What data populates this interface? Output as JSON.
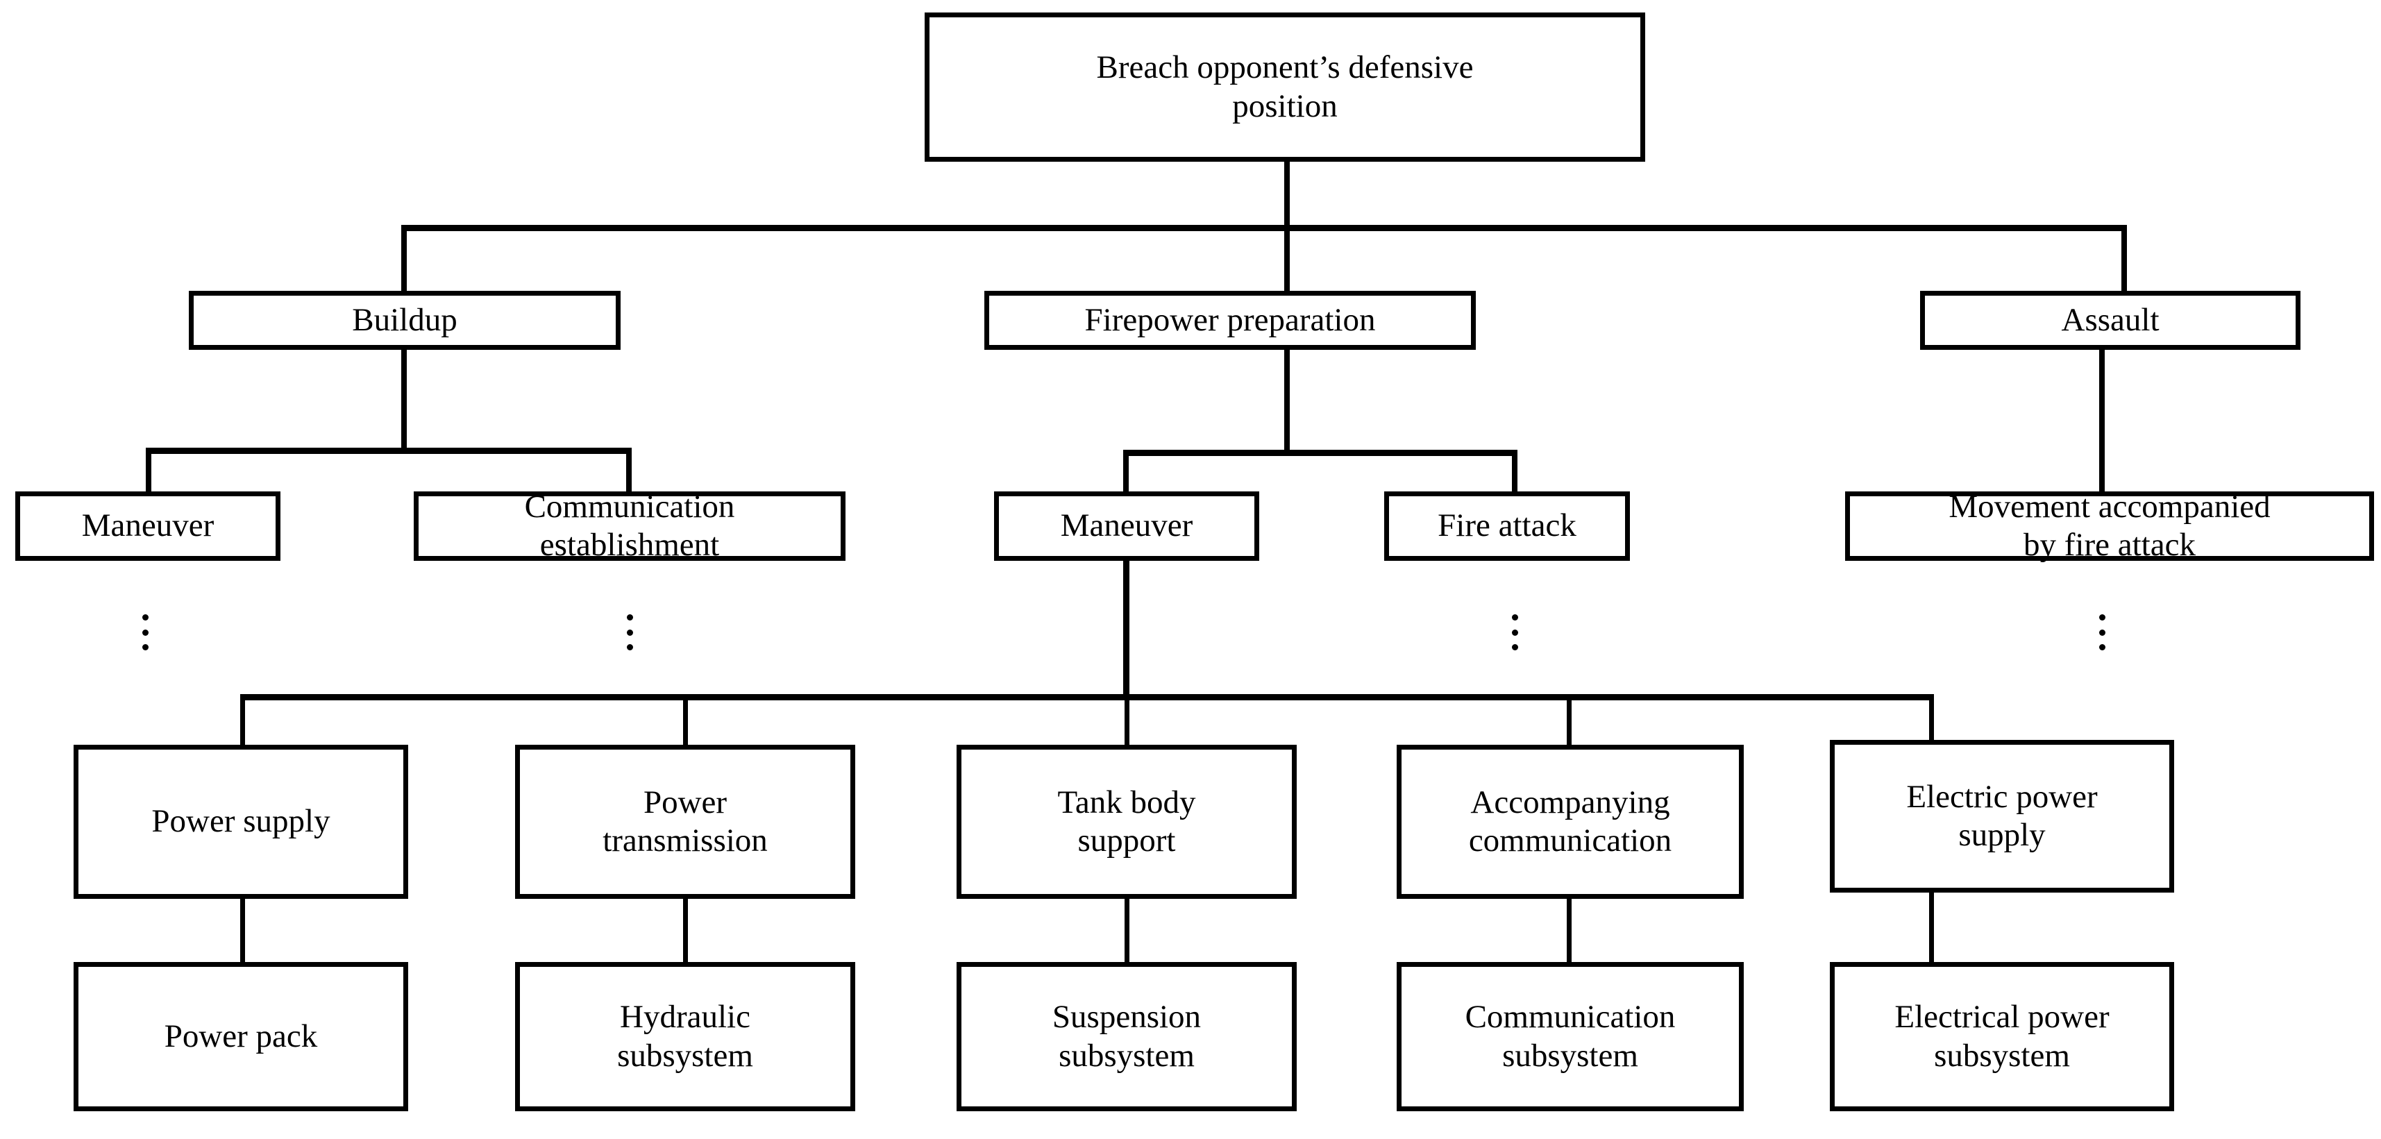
{
  "diagram": {
    "title": "Functional decomposition tree of a breaching operation",
    "background_color": "#ffffff",
    "line_color": "#000000",
    "text_color": "#000000",
    "levels": 5,
    "ellipsis_glyph": "⋮"
  },
  "nodes": {
    "root": {
      "label": "Breach opponent’s defensive\nposition"
    },
    "l2": [
      {
        "label": "Buildup"
      },
      {
        "label": "Firepower preparation"
      },
      {
        "label": "Assault"
      }
    ],
    "l3": [
      {
        "label": "Maneuver"
      },
      {
        "label": "Communication\nestablishment"
      },
      {
        "label": "Maneuver"
      },
      {
        "label": "Fire attack"
      },
      {
        "label": "Movement accompanied\nby fire attack"
      }
    ],
    "l4": [
      {
        "label": "Power supply"
      },
      {
        "label": "Power\ntransmission"
      },
      {
        "label": "Tank body\nsupport"
      },
      {
        "label": "Accompanying\ncommunication"
      },
      {
        "label": "Electric power\nsupply"
      }
    ],
    "l5": [
      {
        "label": "Power pack"
      },
      {
        "label": "Hydraulic\nsubsystem"
      },
      {
        "label": "Suspension\nsubsystem"
      },
      {
        "label": "Communication\nsubsystem"
      },
      {
        "label": "Electrical power\nsubsystem"
      }
    ]
  },
  "ellipses": [
    {
      "under": "Maneuver (Buildup)"
    },
    {
      "under": "Communication establishment"
    },
    {
      "under": "Fire attack"
    },
    {
      "under": "Movement accompanied by fire attack"
    }
  ]
}
